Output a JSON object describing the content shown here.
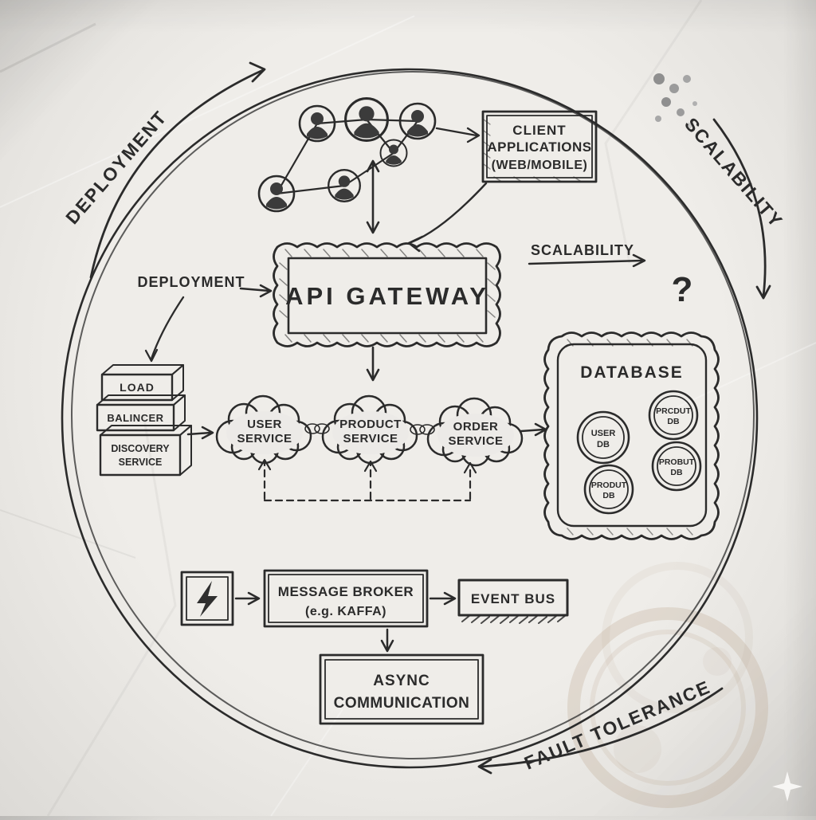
{
  "colors": {
    "ink": "#2b2b2b",
    "paper": "#e9e7e3",
    "dark_fill": "#3a3a3a",
    "stain": "#b29878"
  },
  "outer": {
    "deployment": "DEPLOYMENT",
    "scalability": "SCALABILITY",
    "fault_tolerance": "FAULT TOLERANCE"
  },
  "client_apps": {
    "lines": [
      "CLIENT",
      "APPLICATIONS",
      "(WEB/MOBILE)"
    ]
  },
  "api_gateway": {
    "label": "API GATEWAY",
    "deployment": "DEPLOYMENT",
    "scalability": "SCALABILITY",
    "question": "?"
  },
  "stack": {
    "load": "LOAD",
    "balancer": "BALINCER",
    "discovery": [
      "DISCOVERY",
      "SERVICE"
    ]
  },
  "services": {
    "user": [
      "USER",
      "SERVICE"
    ],
    "product": [
      "PRODUCT",
      "SERVICE"
    ],
    "order": [
      "ORDER",
      "SERVICE"
    ]
  },
  "database": {
    "title": "DATABASE",
    "user_db": [
      "USER",
      "DB"
    ],
    "product_db_1": [
      "PRCDUT",
      "DB"
    ],
    "product_db_2": [
      "PROBUT",
      "DB"
    ],
    "product_db_3": [
      "PRODUT",
      "DB"
    ]
  },
  "messaging": {
    "broker": [
      "MESSAGE BROKER",
      "(e.g. KAFFA)"
    ],
    "event_bus": "EVENT BUS",
    "async": [
      "ASYNC",
      "COMMUNICATION"
    ]
  },
  "icons": {
    "lightning": "lightning-bolt",
    "users": "people-network",
    "link": "chain-link"
  }
}
